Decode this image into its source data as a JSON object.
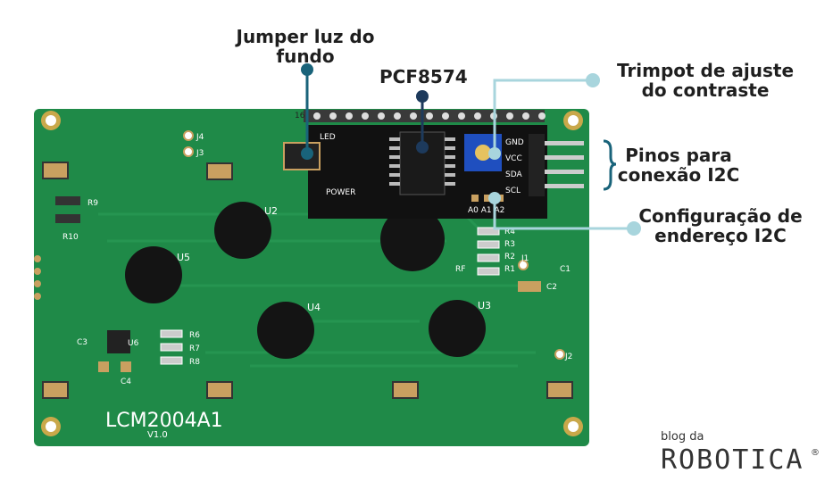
{
  "annotations": {
    "jumper": "Jumper luz do\nfundo",
    "pcf": "PCF8574",
    "trimpot": "Trimpot de ajuste\ndo contraste",
    "pins": "Pinos para\nconexão I2C",
    "address": "Configuração de\nendereço I2C"
  },
  "board_text": {
    "model": "LCM2004A1",
    "version": "V1.0",
    "u2": "U2",
    "u3": "U3",
    "u4": "U4",
    "u5": "U5",
    "u6": "U6",
    "j1": "J1",
    "j2": "J2",
    "j3": "J3",
    "j4": "J4",
    "r1": "R1",
    "r2": "R2",
    "r3": "R3",
    "r4": "R4",
    "r6": "R6",
    "r7": "R7",
    "r8": "R8",
    "r9": "R9",
    "r10": "R10",
    "c1": "C1",
    "c2": "C2",
    "c3": "C3",
    "c4": "C4",
    "rf": "RF",
    "pin1": "16",
    "led": "LED",
    "power": "POWER",
    "a0a1a2": "A0 A1 A2",
    "gnd": "GND",
    "vcc": "VCC",
    "sda": "SDA",
    "scl": "SCL"
  },
  "logo": {
    "top": "blog da",
    "main": "ROBOTICA",
    "reg": "®"
  },
  "colors": {
    "pcb": "#1f8a48",
    "module": "#111111",
    "accent": "#a8d5dd",
    "pointer_dark": "#1d3a5c",
    "pointer_teal": "#19637a",
    "trimpot": "#1f4fbf"
  }
}
